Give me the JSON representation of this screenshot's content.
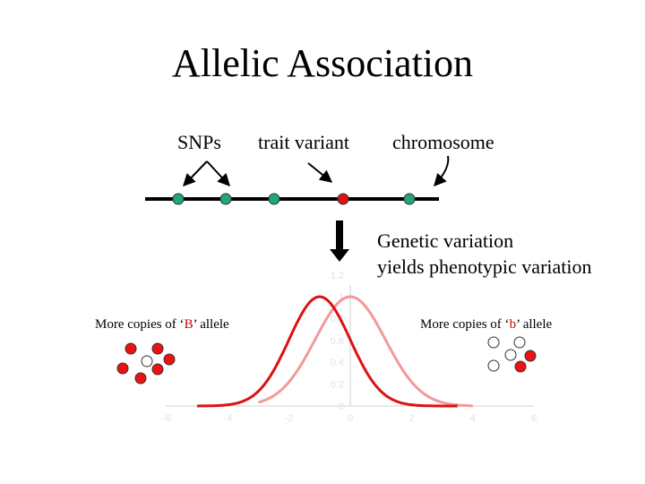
{
  "title": "Allelic Association",
  "labels": {
    "snps": "SNPs",
    "trait_variant": "trait variant",
    "chromosome": "chromosome"
  },
  "genetic_text": [
    "Genetic variation",
    "yields phenotypic variation"
  ],
  "copies_B": {
    "prefix": "More copies of ‘",
    "allele": "B",
    "suffix": "’ allele"
  },
  "copies_b": {
    "prefix": "More copies of ‘",
    "allele": "b",
    "suffix": "’ allele"
  },
  "colors": {
    "snp": "#1fa876",
    "variant": "#dd1111",
    "dark_curve": "#dd1111",
    "light_curve": "#f29a9a",
    "axis_faded": "#e4e4e4",
    "allele_text": "#cc0000"
  },
  "icons": [
    "arrow-icon",
    "down-arrow-icon"
  ],
  "dots": {
    "chromosome": [
      "snp",
      "snp",
      "snp",
      "variant",
      "snp"
    ],
    "left_cluster": [
      "red",
      "red",
      "red",
      "white",
      "red",
      "red",
      "red"
    ],
    "right_cluster": [
      "white",
      "white",
      "white",
      "red",
      "white",
      "red"
    ]
  },
  "chart_data": {
    "type": "line",
    "x_ticks": [
      "-6",
      "-4",
      "-2",
      "0",
      "2",
      "4",
      "6"
    ],
    "y_ticks": [
      "0",
      "0.2",
      "0.4",
      "0.6",
      "0.8",
      "1",
      "1.2"
    ],
    "xlim": [
      -6,
      6
    ],
    "ylim": [
      0,
      1.2
    ],
    "series": [
      {
        "mean": -1,
        "sd": 1,
        "peak": 1,
        "x_range": [
          -5,
          3.5
        ]
      },
      {
        "mean": 0,
        "sd": 1.15,
        "peak": 1,
        "x_range": [
          -3,
          4
        ]
      }
    ]
  }
}
